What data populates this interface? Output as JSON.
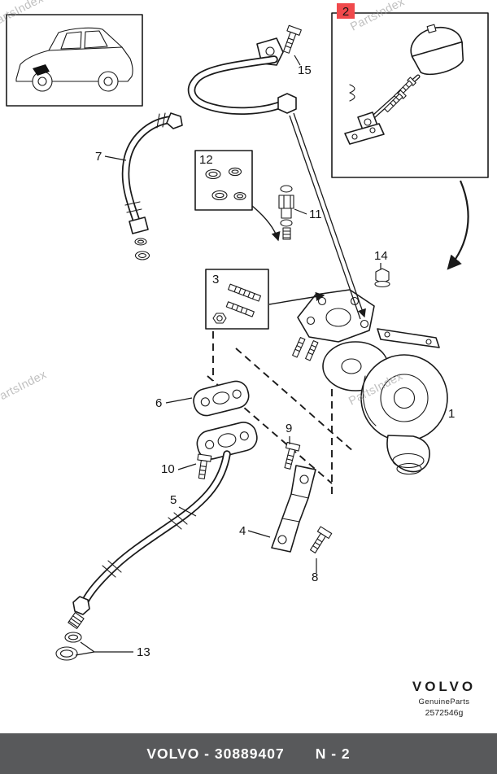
{
  "colors": {
    "highlight": "#f0494c",
    "footer_bg": "#58595b",
    "watermark": "#9a9a9a",
    "line": "#1a1a1a"
  },
  "watermark": {
    "text": "PartsIndex"
  },
  "branding": {
    "logo": "VOLVO",
    "genuine_parts": "GenuineParts",
    "image_code": "2572546g"
  },
  "footer": {
    "catalog_label": "VOLVO - 30889407",
    "page_label": "N - 2"
  },
  "callouts": {
    "n1": "1",
    "n2": "2",
    "n3": "3",
    "n4": "4",
    "n5": "5",
    "n6": "6",
    "n7": "7",
    "n8": "8",
    "n9": "9",
    "n10": "10",
    "n11": "11",
    "n12": "12",
    "n13": "13",
    "n14": "14",
    "n15": "15"
  }
}
